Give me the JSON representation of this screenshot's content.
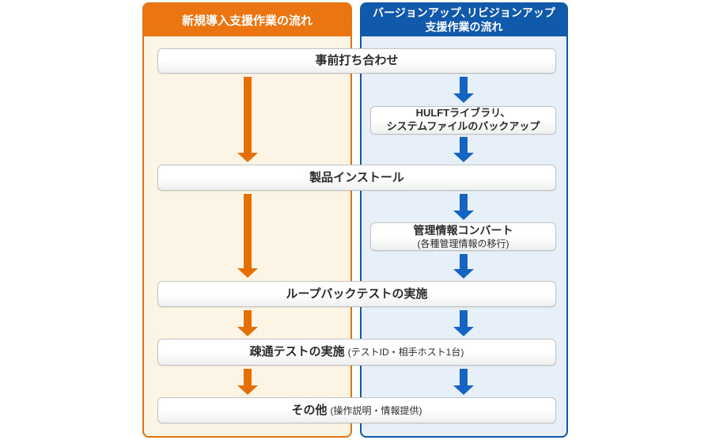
{
  "page": {
    "left_column": {
      "title": "新規導入支援作業の流れ"
    },
    "right_column": {
      "title_line1": "バージョンアップ､リビジョンアップ",
      "title_line2": "支援作業の流れ"
    },
    "steps": {
      "pre_meeting": "事前打ち合わせ",
      "backup_line1": "HULFTライブラリ、",
      "backup_line2": "システムファイルのバックアップ",
      "install": "製品インストール",
      "convert_line1": "管理情報コンバート",
      "convert_line2": "(各種管理情報の移行)",
      "loopback": "ループバックテストの実施",
      "connectivity": "疎通テストの実施",
      "connectivity_note": "(テストID・相手ホスト1台)",
      "others": "その他",
      "others_note": "(操作説明・情報提供)"
    },
    "colors": {
      "orange_header": "#ea7511",
      "orange_border": "#e0730f",
      "orange_arrow": "#e56f00",
      "left_bg": "#fcf5e6",
      "blue_header": "#1059ab",
      "blue_border": "#1358a8",
      "blue_arrow": "#1563c2",
      "right_bg": "#e7eff9"
    }
  }
}
